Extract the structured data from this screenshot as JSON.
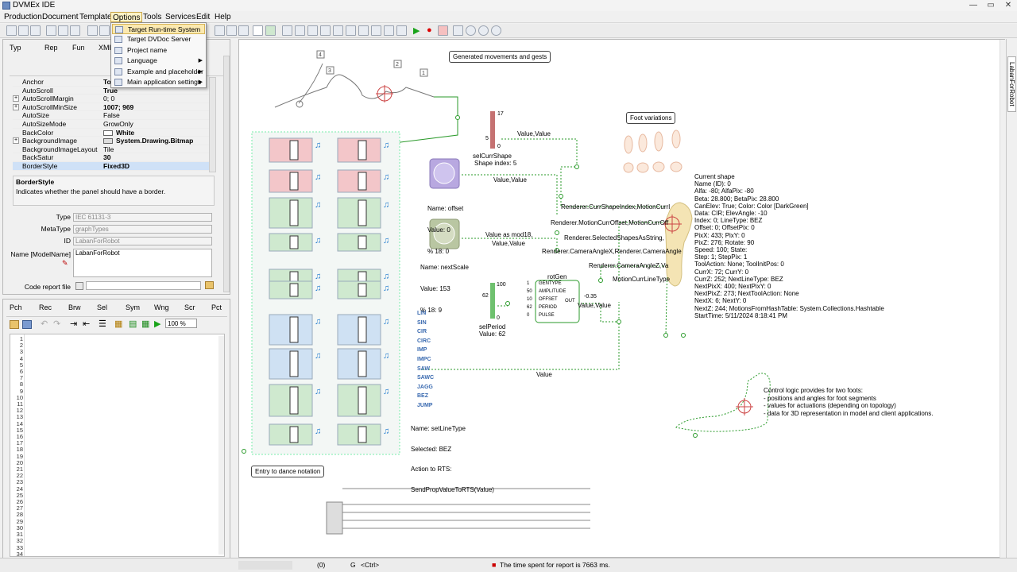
{
  "window": {
    "title": "DVMEx IDE",
    "controls": [
      "—",
      "▭",
      "✕"
    ]
  },
  "menu": [
    "Production",
    "Document",
    "Template",
    "Options",
    "Tools",
    "Services",
    "Edit",
    "Help"
  ],
  "options_menu": [
    {
      "label": "Target Run-time System",
      "sub": false
    },
    {
      "label": "Target DVDoc Server",
      "sub": false
    },
    {
      "label": "Project name",
      "sub": false
    },
    {
      "label": "Language",
      "sub": true
    },
    {
      "label": "Example and placeholder",
      "sub": true
    },
    {
      "label": "Main application settings",
      "sub": true
    }
  ],
  "toolbar": {
    "zoom": "100"
  },
  "left_tabs": [
    "Typ",
    "Rep",
    "Fun",
    "XML"
  ],
  "properties": [
    {
      "k": "Anchor",
      "v": "To",
      "exp": false,
      "bold": true
    },
    {
      "k": "AutoScroll",
      "v": "True",
      "exp": false,
      "bold": true
    },
    {
      "k": "AutoScrollMargin",
      "v": "0; 0",
      "exp": true,
      "bold": false
    },
    {
      "k": "AutoScrollMinSize",
      "v": "1007; 969",
      "exp": true,
      "bold": true
    },
    {
      "k": "AutoSize",
      "v": "False",
      "exp": false,
      "bold": false
    },
    {
      "k": "AutoSizeMode",
      "v": "GrowOnly",
      "exp": false,
      "bold": false
    },
    {
      "k": "BackColor",
      "v": "White",
      "exp": false,
      "bold": true,
      "swatch": "#ffffff"
    },
    {
      "k": "BackgroundImage",
      "v": "System.Drawing.Bitmap",
      "exp": true,
      "bold": true,
      "swatch": "#dddddd"
    },
    {
      "k": "BackgroundImageLayout",
      "v": "Tile",
      "exp": false,
      "bold": false
    },
    {
      "k": "BackSatur",
      "v": "30",
      "exp": false,
      "bold": true
    },
    {
      "k": "BorderStyle",
      "v": "Fixed3D",
      "exp": false,
      "bold": true
    }
  ],
  "description": {
    "title": "BorderStyle",
    "text": "Indicates whether the panel should have a border."
  },
  "fields": [
    {
      "label": "Type",
      "value": "IEC 61131-3"
    },
    {
      "label": "MetaType",
      "value": "graphTypes"
    },
    {
      "label": "ID",
      "value": "LabanForRobot"
    }
  ],
  "name_field": {
    "label": "Name [ModelName]",
    "value": "LabanForRobot"
  },
  "code_report": {
    "label": "Code report file",
    "value": ""
  },
  "bottom_tabs": [
    "Pch",
    "Rec",
    "Brw",
    "Sel",
    "Sym",
    "Wng",
    "Scr",
    "Pct"
  ],
  "bottom_zoom": "100 %",
  "line_numbers": [
    "1",
    "2",
    "3",
    "4",
    "5",
    "6",
    "7",
    "8",
    "9",
    "10",
    "11",
    "12",
    "13",
    "14",
    "15",
    "16",
    "17",
    "18",
    "19",
    "20",
    "21",
    "22",
    "23",
    "24",
    "25",
    "26",
    "27",
    "28",
    "29",
    "30",
    "31",
    "32",
    "33",
    "34"
  ],
  "canvas": {
    "callout_movements": "Generated movements and gests",
    "callout_foot": "Foot variations",
    "callout_dance": "Entry to dance notation",
    "sel_curr_shape": {
      "name": "selCurrShape",
      "index": "Shape index: 5",
      "max": "17",
      "val": "5",
      "min": "0"
    },
    "offset_knob": {
      "lines": [
        "Name: offset",
        "Value: 0",
        "% 18: 0"
      ]
    },
    "next_scale_knob": {
      "lines": [
        "Name: nextScale",
        "Value: 153",
        "% 18: 9"
      ]
    },
    "sel_period": {
      "name": "selPeriod",
      "value": "Value: 62",
      "max": "100",
      "cur": "62",
      "min": "0"
    },
    "labels": {
      "value_value_1": "Value,Value",
      "value_value_2": "Value,Value",
      "value_mod18": "Value as mod18,",
      "value_value_3": "Value,Value",
      "value_value_4": "Value,Value",
      "value_bottom": "Value",
      "r1": "Renderer.CurrShapeIndex,MotionCurrI",
      "r2": "Renderer.MotionCurrOffset,MotionCurrOff",
      "r3": "Renderer.SelectedShapesAsString,",
      "r4": "Renderer.CameraAngleX,Renderer.CameraAngle",
      "r5": "Renderer.CameraAngleZ,Va",
      "r6": "MotionCurrLineType"
    },
    "rotgen": {
      "title": "rotGen",
      "inputs": [
        "GENTYPE",
        "AMPLITUDE",
        "OFFSET",
        "PERIOD",
        "PULSE"
      ],
      "input_vals": [
        "1",
        "50",
        "10",
        "62",
        "0"
      ],
      "out": "OUT",
      "out_val": "-0.35"
    },
    "line_types": [
      "LIN",
      "SIN",
      "CIR",
      "CIRC",
      "IMP",
      "IMPC",
      "SAW",
      "SAWC",
      "JAGG",
      "BEZ",
      "JUMP"
    ],
    "set_line_type": [
      "Name: setLineType",
      "Selected: BEZ",
      "Action to RTS:",
      "SendPropValueToRTS(Value)"
    ],
    "current_shape": [
      "Current shape",
      "Name (ID): 0",
      "Alfa: -80; AlfaPix: -80",
      "Beta: 28.800; BetaPix: 28.800",
      "CanElev: True; Color: Color [DarkGreen]",
      "Data: CIR; ElevAngle: -10",
      "Index: 0; LineType: BEZ",
      "Offset: 0; OffsetPix: 0",
      "PixX: 433; PixY: 0",
      "PixZ: 276; Rotate: 90",
      "Speed: 100; State:",
      "Step: 1; StepPix: 1",
      "ToolAction: None; ToolInitPos: 0",
      "CurrX: 72; CurrY: 0",
      "CurrZ: 252; NextLineType: BEZ",
      "NextPixX: 400; NextPixY: 0",
      "NextPixZ: 273; NextToolAction: None",
      "NextX: 6; NextY: 0",
      "NextZ: 244; MotionsFromHashTable: System.Collections.Hashtable",
      "StartTime: 5/11/2024 8:18:41 PM"
    ],
    "control_logic": [
      "Control logic provides for two foots:",
      "- positions and angles for foot segments",
      "- values for actuations (depending on topology)",
      "- data for 3D representation in model and client applications."
    ],
    "node_numbers": [
      "4",
      "3",
      "2",
      "1"
    ]
  },
  "right_dock": "LabanForRobot",
  "status": {
    "count": "(0)",
    "g": "G",
    "ctrl": "<Ctrl>",
    "message": "The time spent for report is 7663 ms."
  }
}
